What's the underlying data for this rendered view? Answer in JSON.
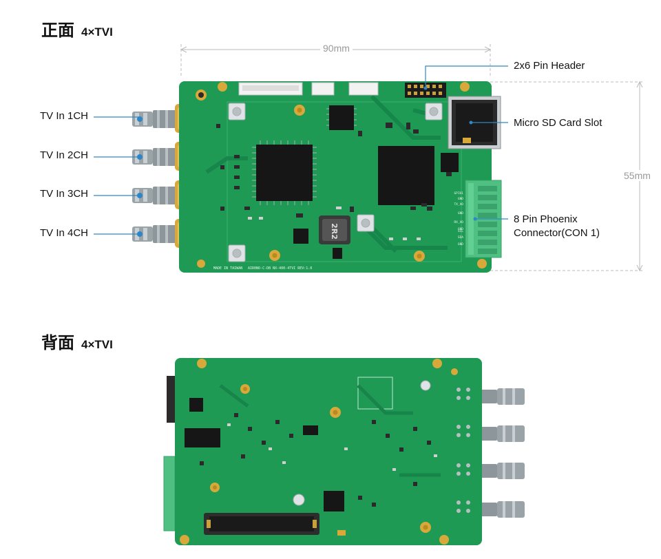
{
  "front": {
    "title": "正面",
    "subtitle": "4×TVI",
    "width_dim": "90mm",
    "height_dim": "55mm",
    "callouts_left": [
      "TV In 1CH",
      "TV In 2CH",
      "TV In 3CH",
      "TV In 4CH"
    ],
    "callouts_right": {
      "header": "2x6 Pin Header",
      "sd": "Micro SD Card Slot",
      "phoenix_line1": "8 Pin Phoenix",
      "phoenix_line2": "Connector(CON 1)"
    },
    "chip_label": "2R2",
    "silk_made": "MADE IN TAIWAN",
    "silk_model": "AIR0NO-C-DB NX-400-4TVI  REV:1.0",
    "pin_labels": [
      "GPIO1",
      "GND",
      "TX_XO",
      "GND",
      "RX_XO",
      "GND",
      "SCL",
      "SDA",
      "GND"
    ]
  },
  "back": {
    "title": "背面",
    "subtitle": "4×TVI"
  },
  "colors": {
    "pcb": "#1f9a55",
    "pcb_dark": "#17844a",
    "chip": "#161616",
    "gold": "#d8a93a",
    "terminal": "#4fbf82",
    "callout_line": "#2f86c6"
  }
}
